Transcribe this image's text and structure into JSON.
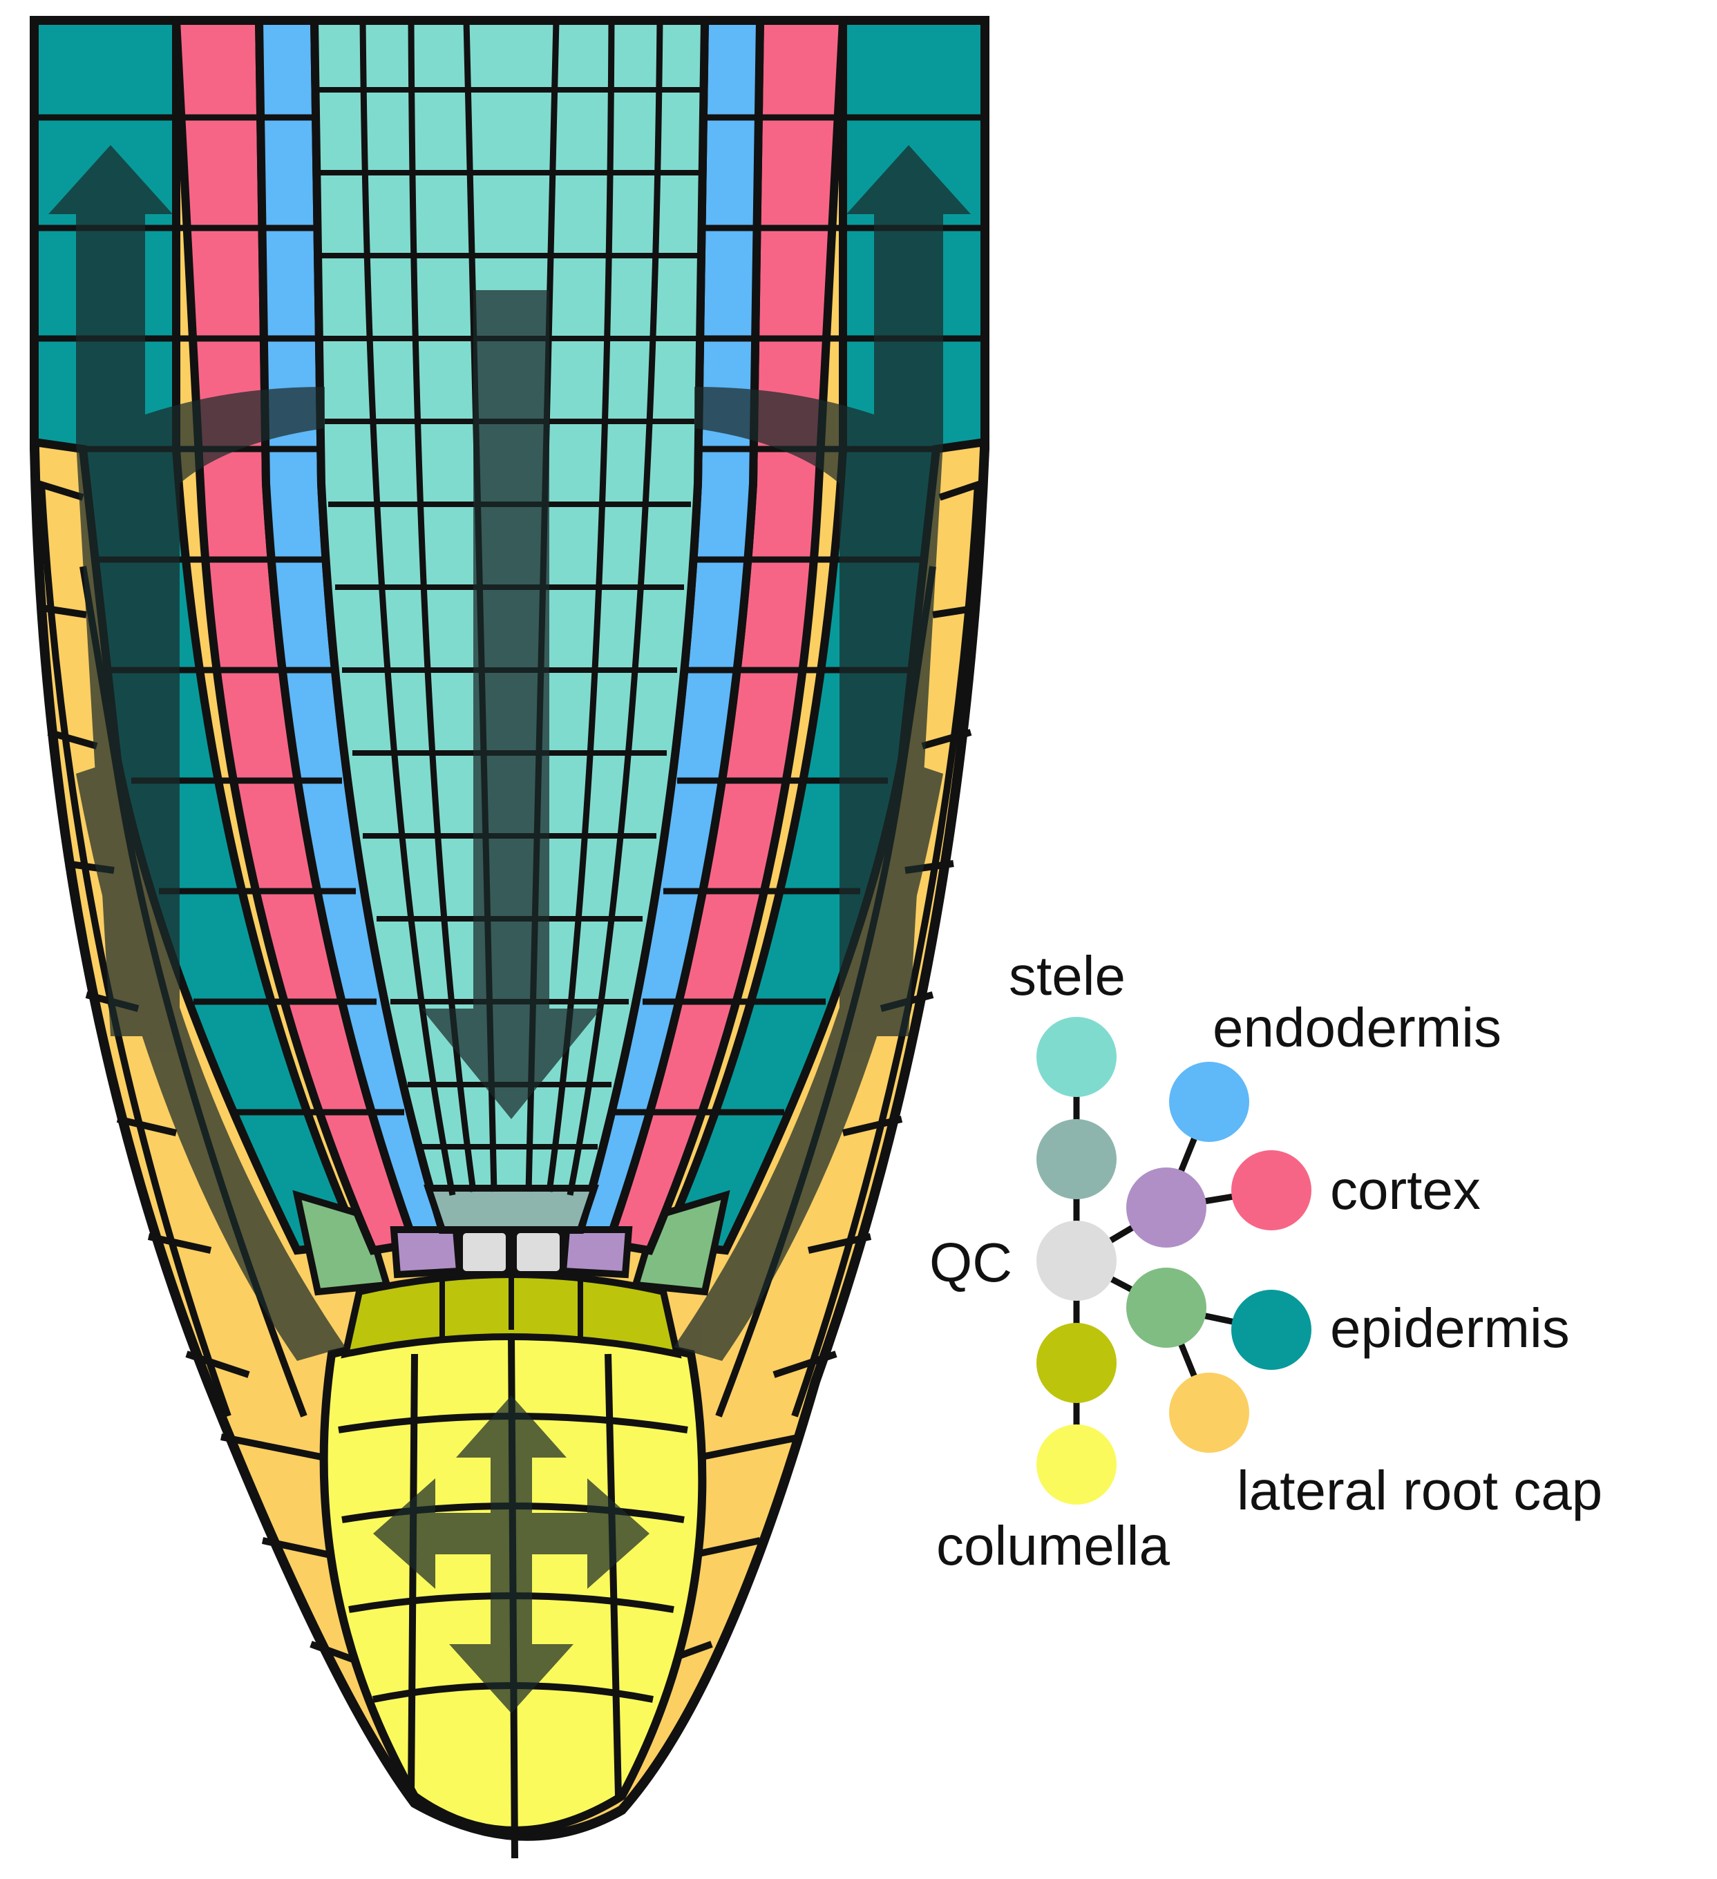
{
  "legend": {
    "nodes": [
      {
        "id": "stele",
        "label": "stele",
        "color": "#80DBCF"
      },
      {
        "id": "stele-initial",
        "label": "",
        "color": "#8DB5AD"
      },
      {
        "id": "qc",
        "label": "QC",
        "color": "#DDDDDD"
      },
      {
        "id": "columella-initial",
        "label": "",
        "color": "#BDC40C"
      },
      {
        "id": "columella",
        "label": "columella",
        "color": "#FAFA5C"
      },
      {
        "id": "cortex-endodermis-initial",
        "label": "",
        "color": "#B08FC7"
      },
      {
        "id": "endodermis",
        "label": "endodermis",
        "color": "#5FB8F8"
      },
      {
        "id": "cortex",
        "label": "cortex",
        "color": "#F76586"
      },
      {
        "id": "epidermis-lrc-initial",
        "label": "",
        "color": "#80BD82"
      },
      {
        "id": "epidermis",
        "label": "epidermis",
        "color": "#089A9A"
      },
      {
        "id": "lateral-root-cap",
        "label": "lateral root cap",
        "color": "#FBCF62"
      }
    ]
  },
  "colors": {
    "outline": "#111111",
    "arrow_overlay": "#1b2a2a",
    "background": "#ffffff"
  }
}
